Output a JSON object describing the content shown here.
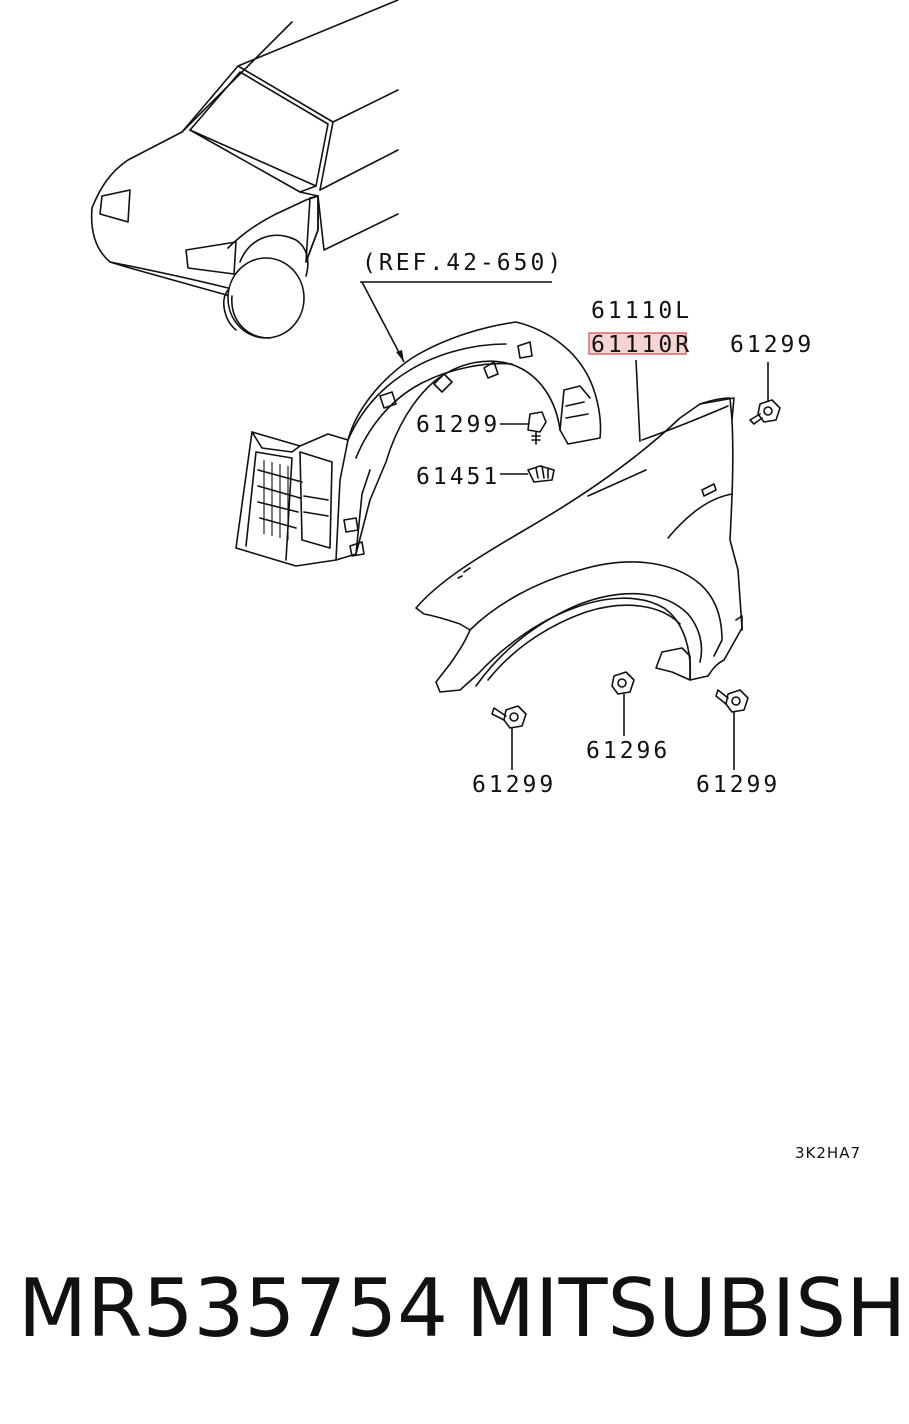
{
  "callouts": {
    "ref": "(REF.42-650)",
    "fender_left": "61110L",
    "fender_right": "61110R",
    "bolt_top_right": "61299",
    "bolt_middle": "61299",
    "clip": "61451",
    "bolt_bottom_left": "61299",
    "nut": "61296",
    "bolt_bottom_right": "61299"
  },
  "diagram_code": "3K2HA7",
  "footer": {
    "part_number": "MR535754",
    "brand": "MITSUBISHI"
  },
  "highlight_color": "#f6d4d4"
}
